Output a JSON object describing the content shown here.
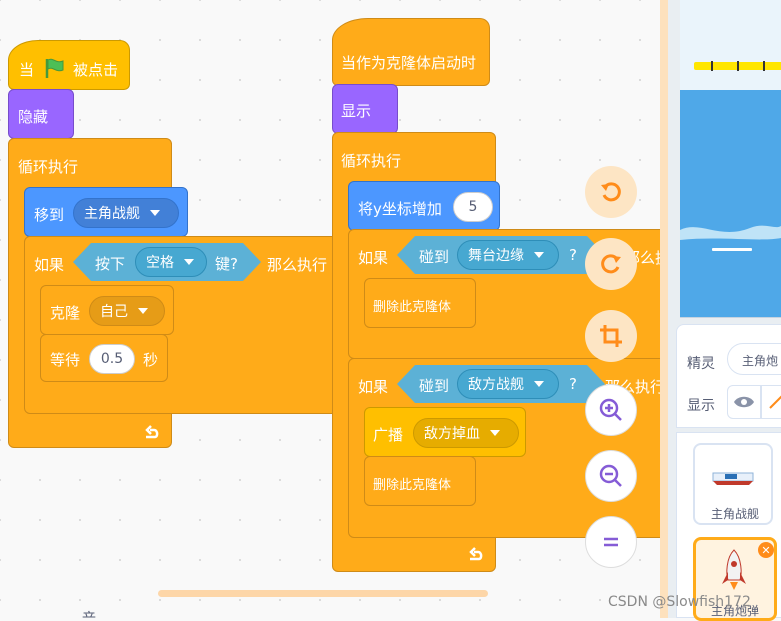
{
  "script1": {
    "hat_when": "当",
    "hat_clicked": "被点击",
    "hide": "隐藏",
    "forever": "循环执行",
    "goto": "移到",
    "goto_target": "主角战舰",
    "if": "如果",
    "key_pressed": "按下",
    "key_value": "空格",
    "key_suffix": "键?",
    "then": "那么执行",
    "clone": "克隆",
    "clone_target": "自己",
    "wait": "等待",
    "wait_value": "0.5",
    "wait_unit": "秒"
  },
  "script2": {
    "hat": "当作为克隆体启动时",
    "show": "显示",
    "forever": "循环执行",
    "change_y": "将y坐标增加",
    "change_y_value": "5",
    "if1": "如果",
    "touching1": "碰到",
    "touching1_target": "舞台边缘",
    "q1": "?",
    "then1": "那么执行",
    "delete1": "删除此克隆体",
    "if2": "如果",
    "touching2": "碰到",
    "touching2_target": "敌方战舰",
    "q2": "?",
    "then2": "那么执行",
    "broadcast": "广播",
    "broadcast_msg": "敌方掉血",
    "delete2": "删除此克隆体"
  },
  "sidebar": {
    "sprite_label": "精灵",
    "sprite_name": "主角炮",
    "show_label": "显示",
    "sprites": [
      {
        "name": "主角战舰"
      },
      {
        "name": "主角炮弹"
      }
    ]
  },
  "watermark": "CSDN @Slowfish172",
  "bottom_text": "咅",
  "colors": {
    "control": "#ffab19",
    "looks": "#9966ff",
    "motion": "#4c97ff",
    "event": "#ffbf00",
    "sensing": "#5cb1d6"
  }
}
